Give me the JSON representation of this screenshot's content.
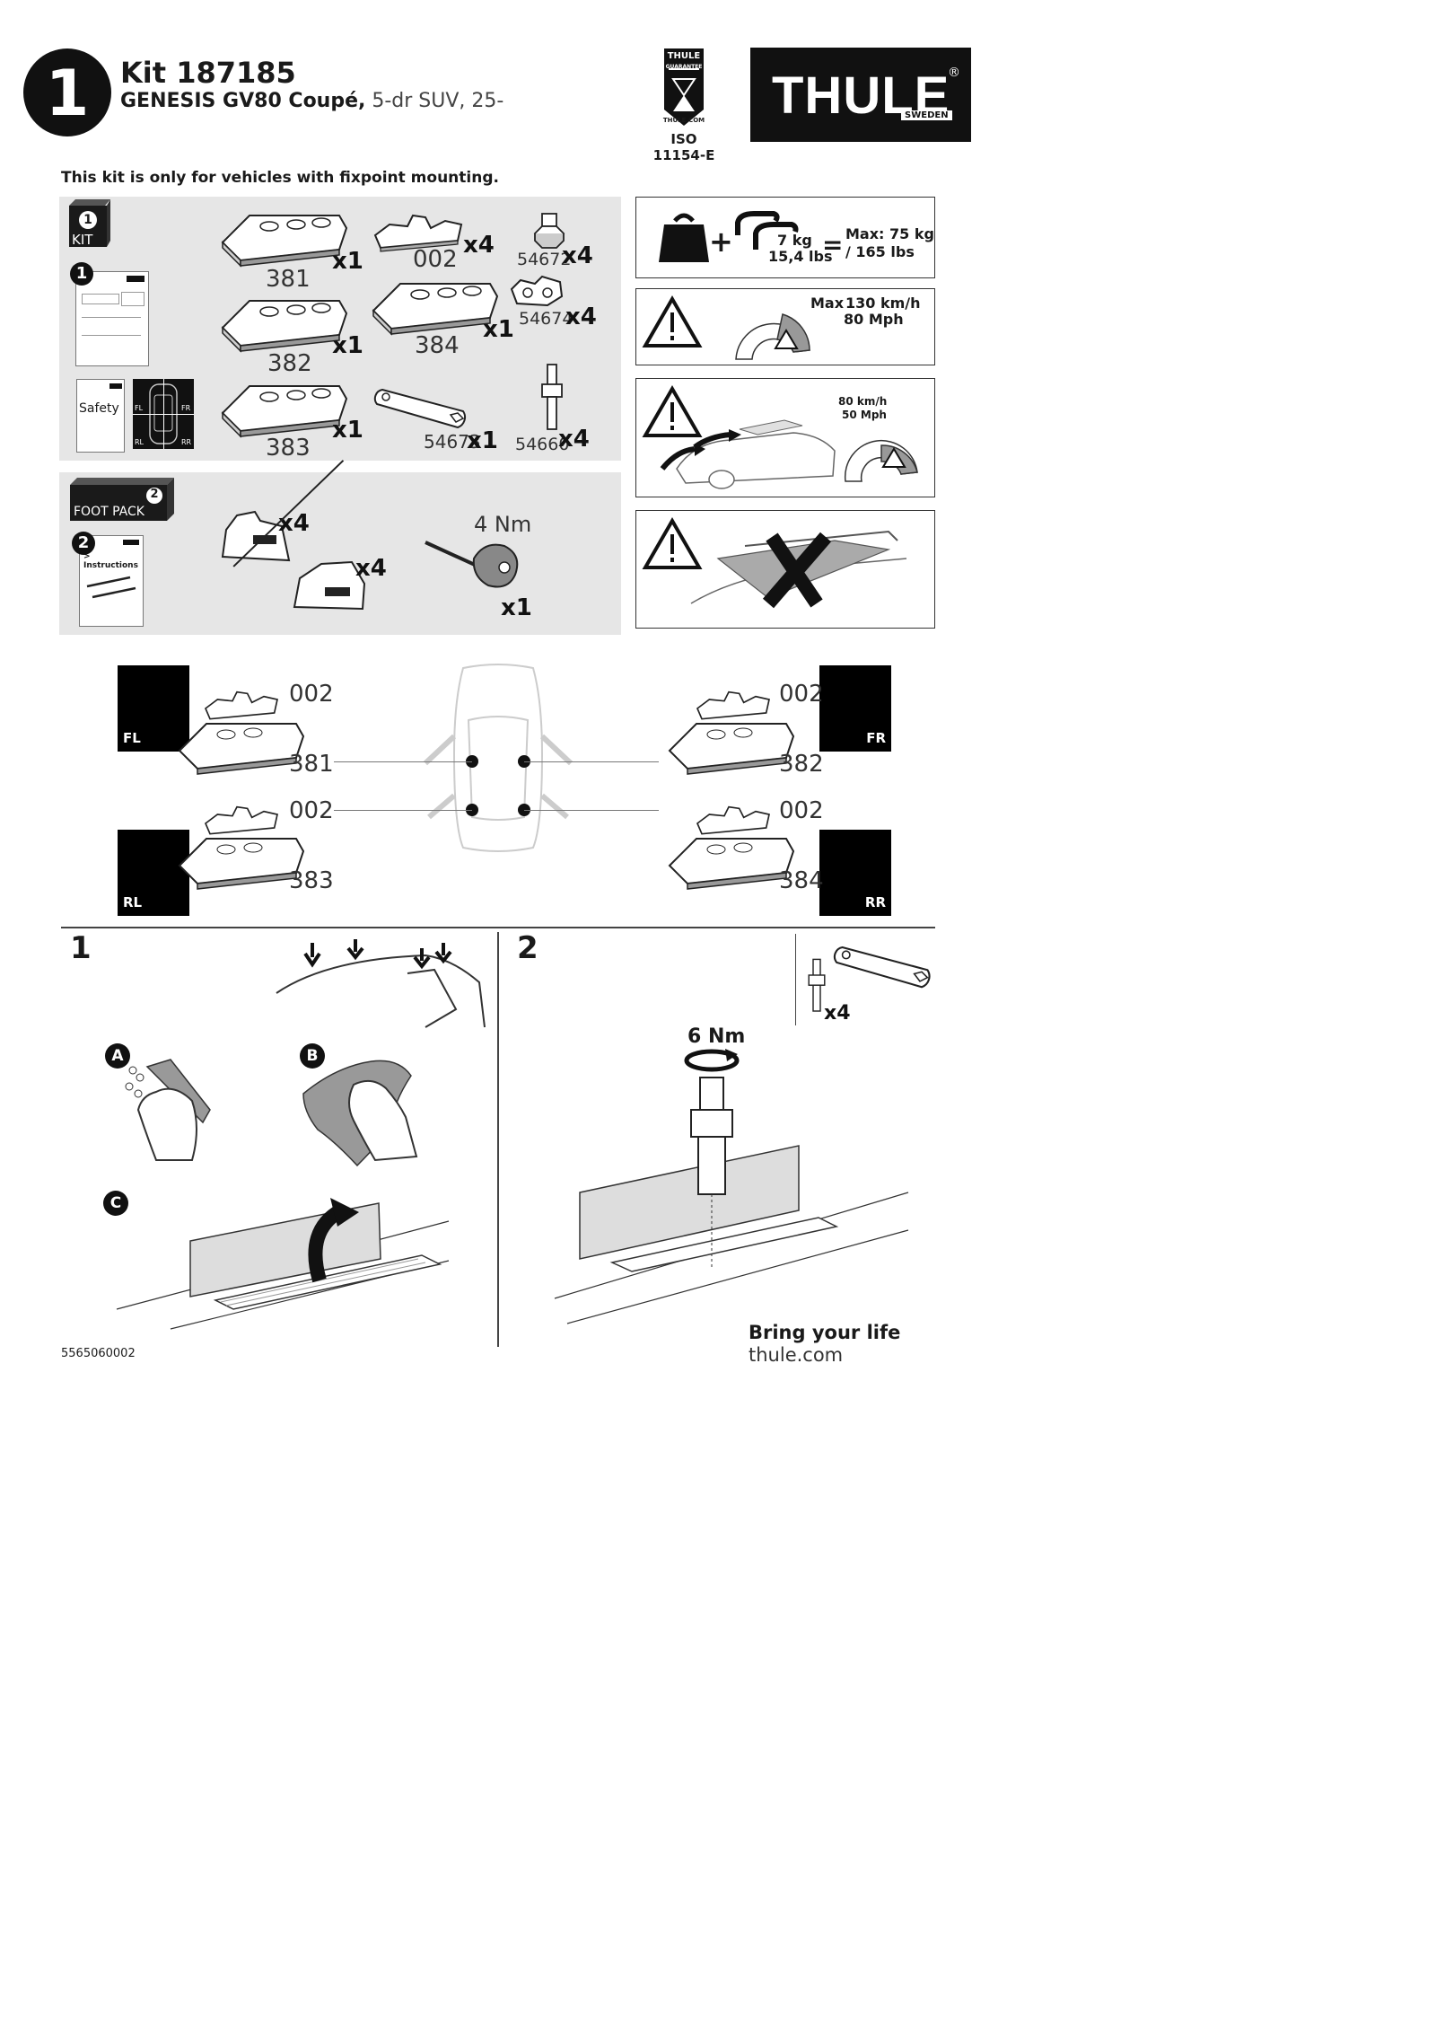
{
  "header": {
    "step_number": "1",
    "kit_title": "Kit 187185",
    "vehicle_name": "GENESIS GV80 Coupé,",
    "vehicle_spec": " 5-dr SUV, 25-",
    "guarantee": {
      "top": "THULE",
      "label": "GUARANTEE",
      "url": "THULE.COM"
    },
    "iso": "ISO 11154-E",
    "logo": {
      "word": "THULE",
      "sub": "SWEDEN",
      "reg": "®"
    }
  },
  "notice": "This kit is only for vehicles with fixpoint mounting.",
  "kit_panel": {
    "badge_number": "1",
    "badge_label": "KIT",
    "booklet_number": "1",
    "safety_label": "Safety",
    "map_labels": [
      "FL",
      "FR",
      "RL",
      "RR"
    ],
    "parts": [
      {
        "code": "381",
        "qty": "x1"
      },
      {
        "code": "382",
        "qty": "x1"
      },
      {
        "code": "383",
        "qty": "x1"
      },
      {
        "code": "002",
        "qty": "x4"
      },
      {
        "code": "384",
        "qty": "x1"
      },
      {
        "code": "54673",
        "qty": "x1"
      },
      {
        "code": "54672",
        "qty": "x4"
      },
      {
        "code": "54674",
        "qty": "x4"
      },
      {
        "code": "54660",
        "qty": "x4"
      }
    ]
  },
  "foot_panel": {
    "badge_number": "2",
    "badge_label": "FOOT PACK",
    "booklet_number": "2",
    "booklet_text": "> Instructions",
    "foot_qty_1": "x4",
    "foot_qty_2": "x4",
    "torque": "4 Nm",
    "tool_qty": "x1"
  },
  "warnings": {
    "load_weight_kg": "7 kg",
    "load_weight_lbs": "15,4 lbs",
    "equals": "=",
    "max_load": "Max: 75 kg",
    "max_load_lbs": "/ 165 lbs",
    "plus": "+",
    "speed_max_label": "Max",
    "speed_kmh": "130 km/h",
    "speed_mph": "80 Mph",
    "wash_kmh": "80 km/h",
    "wash_mph": "50 Mph"
  },
  "placement": {
    "fl": {
      "label": "FL",
      "top": "002",
      "bottom": "381"
    },
    "fr": {
      "label": "FR",
      "top": "002",
      "bottom": "382"
    },
    "rl": {
      "label": "RL",
      "top": "002",
      "bottom": "383"
    },
    "rr": {
      "label": "RR",
      "top": "002",
      "bottom": "384"
    }
  },
  "steps": {
    "step1": {
      "number": "1",
      "sub_a": "A",
      "sub_b": "B",
      "sub_c": "C"
    },
    "step2": {
      "number": "2",
      "qty": "x4",
      "torque": "6 Nm"
    }
  },
  "footer": {
    "doc_number": "5565060002",
    "tagline": "Bring your life",
    "url": "thule.com"
  },
  "colors": {
    "panel_gray": "#e6e6e6",
    "black": "#000000",
    "dark": "#1a1a1a"
  }
}
